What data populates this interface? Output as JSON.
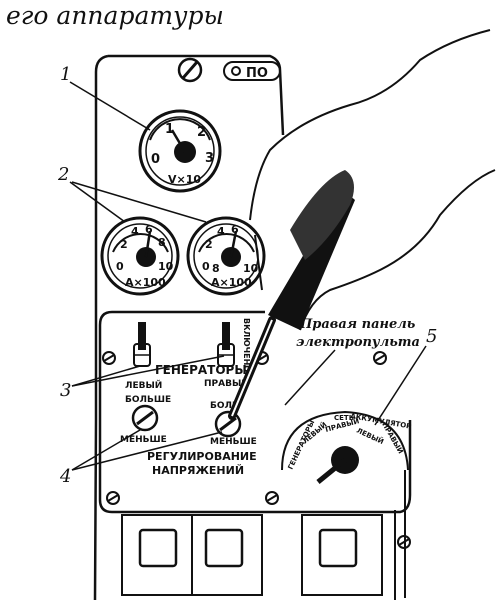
{
  "handwritten_caption": "его аппаратуры",
  "panel_top_label": "ПО",
  "voltmeter": {
    "scale": [
      "0",
      "1",
      "2",
      "3"
    ],
    "unit": "V×10"
  },
  "ammeters": [
    {
      "scale": [
        "0",
        "2",
        "4",
        "6",
        "8",
        "10"
      ],
      "unit": "A×100"
    },
    {
      "scale": [
        "0",
        "2",
        "4",
        "6",
        "8",
        "10"
      ],
      "unit": "A×100"
    }
  ],
  "callouts": {
    "one": "1",
    "two": "2",
    "three": "3",
    "four": "4",
    "five": "5"
  },
  "right_panel_label": [
    "Правая панель",
    "электропульта"
  ],
  "generators": {
    "title": "ГЕНЕРАТОРЫ",
    "left_label": "ЛЕВЫЙ",
    "right_label": "ПРАВЫЙ",
    "switch_on_label": "ВКЛЮЧЕНО"
  },
  "rheostats": {
    "more": "БОЛЬШЕ",
    "less": "МЕНЬШЕ",
    "more_right": "БОЛЬ"
  },
  "regulation_title": [
    "РЕГУЛИРОВАНИЕ",
    "НАПРЯЖЕНИЙ"
  ],
  "selector_labels": [
    "ГЕНЕРАТОРЫ",
    "СЕТЬ",
    "ЛЕВЫЙ",
    "ПРАВЫЙ",
    "АККУМУЛЯТОР",
    "ЛЕВЫЙ",
    "ПРАВЫЙ"
  ]
}
